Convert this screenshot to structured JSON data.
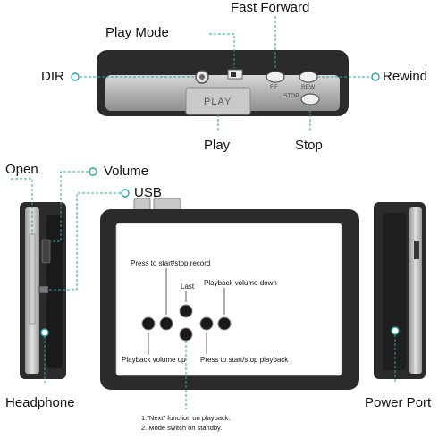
{
  "callouts": {
    "fast_forward": "Fast Forward",
    "play_mode": "Play Mode",
    "dir": "DIR",
    "rewind": "Rewind",
    "play": "Play",
    "stop": "Stop",
    "open": "Open",
    "volume": "Volume",
    "usb": "USB",
    "headphone": "Headphone",
    "power_port": "Power Port"
  },
  "device_labels": {
    "play_key": "PLAY",
    "ff_key": "F.F",
    "rew_key": "REW",
    "stop_key": "STOP"
  },
  "panel": {
    "record": "Press to start/stop record",
    "last": "Last",
    "vol_down": "Playback volume down",
    "vol_up": "Playback volume up",
    "playback": "Press to start/stop playback"
  },
  "notes": {
    "line1": "1.\"Next\" function on playback.",
    "line2": "2. Mode switch on standby."
  },
  "colors": {
    "accent": "#2aa6a6",
    "body_dark": "#2b2b2b",
    "silver": "#a9a9a9"
  }
}
